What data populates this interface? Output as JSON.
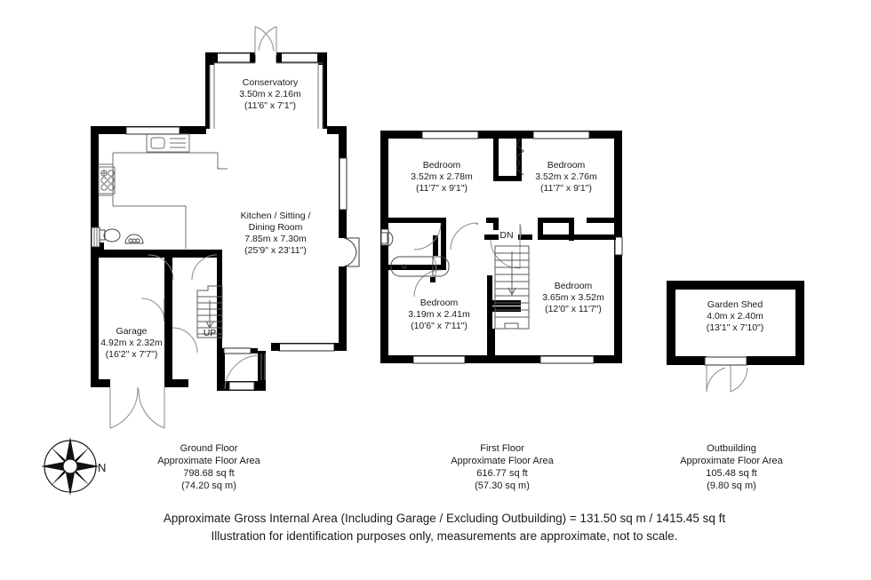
{
  "document": {
    "type": "property-floorplan",
    "orientation_marker": "N"
  },
  "ground_floor": {
    "title": "Ground Floor",
    "area_heading": "Approximate Floor Area",
    "area_sqft": "798.68 sq ft",
    "area_sqm": "(74.20 sq m)",
    "rooms": [
      {
        "name": "Conservatory",
        "dims_metric": "3.50m x 2.16m",
        "dims_imperial": "(11'6\" x 7'1\")"
      },
      {
        "name_line1": "Kitchen / Sitting /",
        "name_line2": "Dining Room",
        "dims_metric": "7.85m x 7.30m",
        "dims_imperial": "(25'9\" x 23'11\")"
      },
      {
        "name": "Garage",
        "dims_metric": "4.92m x 2.32m",
        "dims_imperial": "(16'2\" x 7'7\")"
      }
    ],
    "stair_label": "UP"
  },
  "first_floor": {
    "title": "First Floor",
    "area_heading": "Approximate Floor Area",
    "area_sqft": "616.77 sq ft",
    "area_sqm": "(57.30 sq m)",
    "rooms": [
      {
        "name": "Bedroom",
        "dims_metric": "3.52m x 2.78m",
        "dims_imperial": "(11'7\" x 9'1\")"
      },
      {
        "name": "Bedroom",
        "dims_metric": "3.52m x 2.76m",
        "dims_imperial": "(11'7\" x 9'1\")"
      },
      {
        "name": "Bedroom",
        "dims_metric": "3.65m x 3.52m",
        "dims_imperial": "(12'0\" x 11'7\")"
      },
      {
        "name": "Bedroom",
        "dims_metric": "3.19m x 2.41m",
        "dims_imperial": "(10'6\" x 7'11\")"
      }
    ],
    "stair_label": "DN"
  },
  "outbuilding": {
    "title": "Outbuilding",
    "area_heading": "Approximate Floor Area",
    "area_sqft": "105.48 sq ft",
    "area_sqm": "(9.80 sq m)",
    "rooms": [
      {
        "name": "Garden Shed",
        "dims_metric": "4.0m x 2.40m",
        "dims_imperial": "(13'1\" x 7'10\")"
      }
    ]
  },
  "footer": {
    "line1": "Approximate Gross Internal Area (Including Garage / Excluding Outbuilding) = 131.50 sq m / 1415.45 sq ft",
    "line2": "Illustration for identification purposes only, measurements are approximate, not to scale."
  },
  "colors": {
    "wall": "#000000",
    "background": "#ffffff",
    "text": "#1a1a1a",
    "thin_line": "#6f6f6f",
    "door_arc": "#8a8a8a"
  }
}
